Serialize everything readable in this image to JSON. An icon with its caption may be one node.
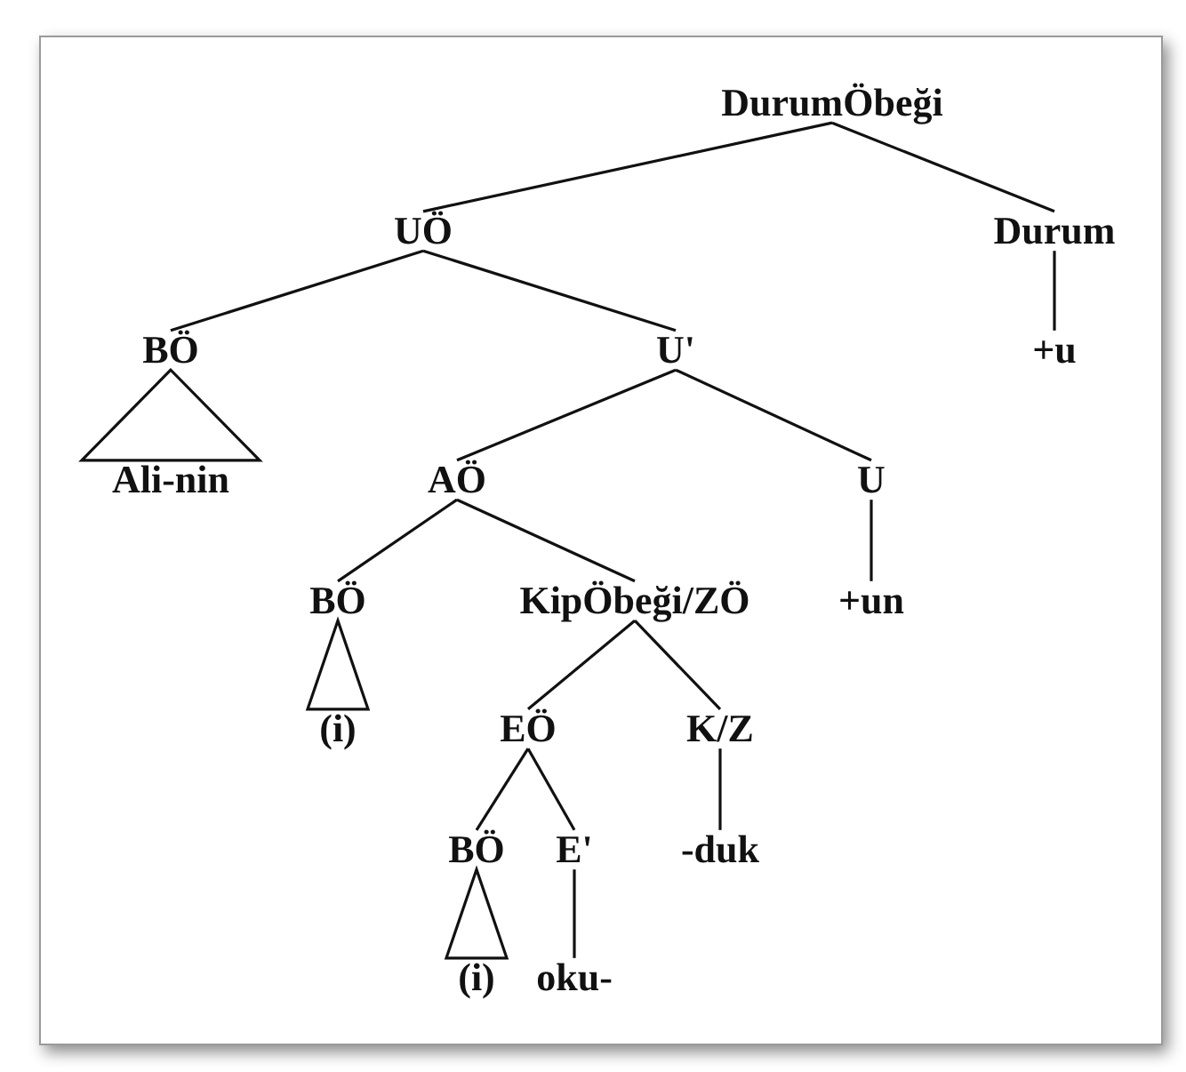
{
  "diagram": {
    "nodes": [
      {
        "text": [
          "DurumÖbeği"
        ]
      },
      {
        "text": [
          "UÖ"
        ]
      },
      {
        "text": [
          "Durum"
        ]
      },
      {
        "text": [
          "BÖ"
        ]
      },
      {
        "text": [
          "U'"
        ]
      },
      {
        "text": [
          "+u"
        ]
      },
      {
        "text": [
          "Ali-nin"
        ]
      },
      {
        "text": [
          "AÖ"
        ]
      },
      {
        "text": [
          "U"
        ]
      },
      {
        "text": [
          "BÖ"
        ]
      },
      {
        "text": [
          "KipÖbeği/ZÖ"
        ]
      },
      {
        "text": [
          "+un"
        ]
      },
      {
        "text": [
          "(i)"
        ]
      },
      {
        "text": [
          "EÖ"
        ]
      },
      {
        "text": [
          "K/Z"
        ]
      },
      {
        "text": [
          "BÖ"
        ]
      },
      {
        "text": [
          "E'"
        ]
      },
      {
        "text": [
          "-duk"
        ]
      },
      {
        "text": [
          "(i)"
        ]
      },
      {
        "text": [
          "oku-"
        ]
      }
    ],
    "edges": [
      {
        "from": 0,
        "to": 1,
        "arrow": "none"
      },
      {
        "from": 0,
        "to": 2,
        "arrow": "none"
      },
      {
        "from": 1,
        "to": 3,
        "arrow": "none"
      },
      {
        "from": 1,
        "to": 4,
        "arrow": "none"
      },
      {
        "from": 2,
        "to": 5,
        "arrow": "none"
      },
      {
        "from": 3,
        "to": 6,
        "arrow": "none"
      },
      {
        "from": 4,
        "to": 7,
        "arrow": "none"
      },
      {
        "from": 4,
        "to": 8,
        "arrow": "none"
      },
      {
        "from": 7,
        "to": 9,
        "arrow": "none"
      },
      {
        "from": 7,
        "to": 10,
        "arrow": "none"
      },
      {
        "from": 8,
        "to": 11,
        "arrow": "none"
      },
      {
        "from": 9,
        "to": 12,
        "arrow": "none"
      },
      {
        "from": 10,
        "to": 13,
        "arrow": "none"
      },
      {
        "from": 10,
        "to": 14,
        "arrow": "none"
      },
      {
        "from": 13,
        "to": 15,
        "arrow": "none"
      },
      {
        "from": 13,
        "to": 16,
        "arrow": "none"
      },
      {
        "from": 14,
        "to": 17,
        "arrow": "none"
      },
      {
        "from": 15,
        "to": 18,
        "arrow": "none"
      },
      {
        "from": 16,
        "to": 19,
        "arrow": "none"
      }
    ]
  }
}
